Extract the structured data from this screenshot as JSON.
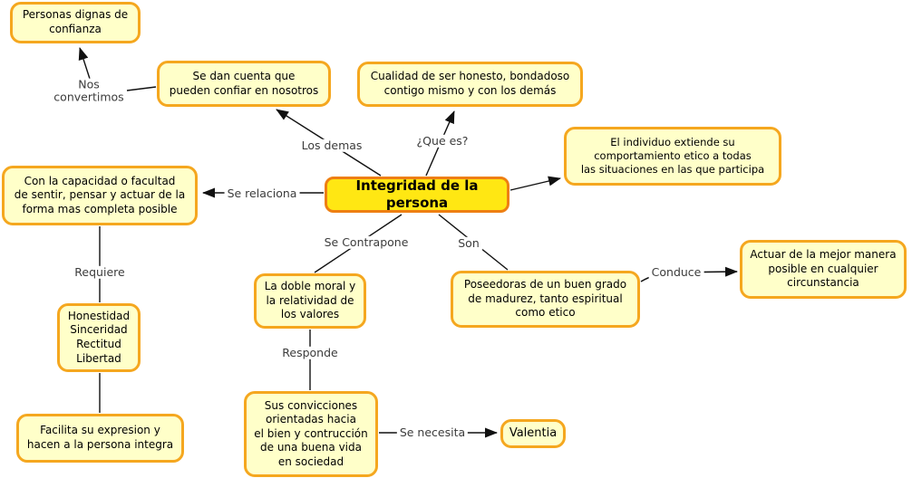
{
  "title": "Integridad de la persona",
  "colors": {
    "node_fill": "#FFFFC9",
    "node_border": "#F5A71F",
    "center_fill": "#FFE713",
    "center_border": "#EE7F12",
    "line": "#111111",
    "label_text": "#3c3c3c",
    "background": "#ffffff"
  },
  "nodes": {
    "integridad": {
      "text": "Integridad de la persona"
    },
    "personas": {
      "text": "Personas dignas de\nconfianza"
    },
    "sedan": {
      "text": "Se dan cuenta que\npueden confiar en nosotros"
    },
    "cualidad": {
      "text": "Cualidad de ser honesto, bondadoso\ncontigo mismo y con los demás"
    },
    "individuo": {
      "text": "El individuo extiende su\ncomportamiento etico a todas\nlas situaciones en las que participa"
    },
    "capacidad": {
      "text": "Con la capacidad o facultad\nde sentir, pensar y actuar de la\nforma mas completa posible"
    },
    "doble_moral": {
      "text": "La doble moral y\nla relatividad de\nlos valores"
    },
    "poseedoras": {
      "text": "Poseedoras de un buen grado\nde madurez, tanto espiritual\ncomo etico"
    },
    "actuar": {
      "text": "Actuar de la mejor manera\nposible en cualquier\ncircunstancia"
    },
    "honestidad": {
      "text": "Honestidad\nSinceridad\nRectitud\nLibertad"
    },
    "facilita": {
      "text": "Facilita su expresion y\nhacen a la persona integra"
    },
    "convicciones": {
      "text": "Sus convicciones\norientadas hacia\nel bien y contrucción\nde una buena vida\nen sociedad"
    },
    "valentia": {
      "text": "Valentia"
    }
  },
  "labels": {
    "nos_convertimos": "Nos\nconvertimos",
    "los_demas": "Los demas",
    "que_es": "¿Que es?",
    "se_relaciona": "Se relaciona",
    "se_contrapone": "Se Contrapone",
    "son": "Son",
    "conduce": "Conduce",
    "requiere": "Requiere",
    "responde": "Responde",
    "se_necesita": "Se necesita"
  }
}
